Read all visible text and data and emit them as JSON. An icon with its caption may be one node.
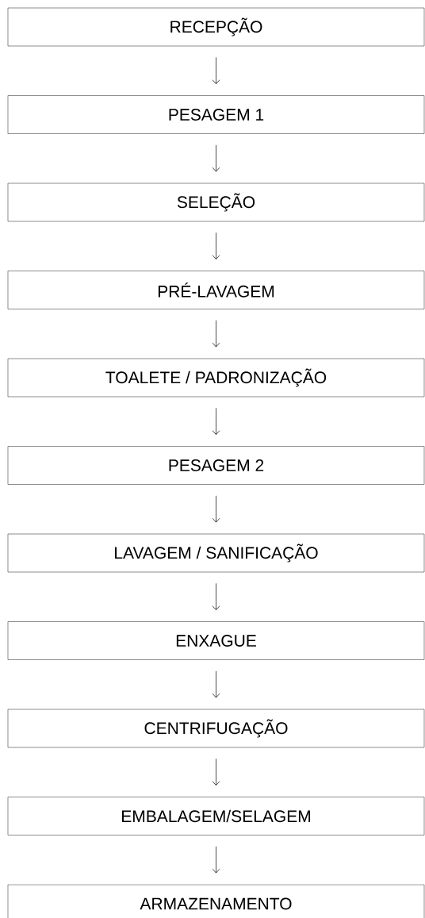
{
  "diagram": {
    "nodes": [
      {
        "text": [
          "RECEPÇÃO"
        ]
      },
      {
        "text": [
          "PESAGEM 1"
        ]
      },
      {
        "text": [
          "SELEÇÃO"
        ]
      },
      {
        "text": [
          "PRÉ-LAVAGEM"
        ]
      },
      {
        "text": [
          "TOALETE / PADRONIZAÇÃO"
        ]
      },
      {
        "text": [
          "PESAGEM 2"
        ]
      },
      {
        "text": [
          "LAVAGEM / SANIFICAÇÃO"
        ]
      },
      {
        "text": [
          "ENXAGUE"
        ]
      },
      {
        "text": [
          "CENTRIFUGAÇÃO"
        ]
      },
      {
        "text": [
          "EMBALAGEM/SELAGEM"
        ]
      },
      {
        "text": [
          "ARMAZENAMENTO"
        ]
      }
    ],
    "edges": [
      {
        "from": 0,
        "to": 1,
        "arrow": "to"
      },
      {
        "from": 1,
        "to": 2,
        "arrow": "to"
      },
      {
        "from": 2,
        "to": 3,
        "arrow": "to"
      },
      {
        "from": 3,
        "to": 4,
        "arrow": "to"
      },
      {
        "from": 4,
        "to": 5,
        "arrow": "to"
      },
      {
        "from": 5,
        "to": 6,
        "arrow": "to"
      },
      {
        "from": 6,
        "to": 7,
        "arrow": "to"
      },
      {
        "from": 7,
        "to": 8,
        "arrow": "to"
      },
      {
        "from": 8,
        "to": 9,
        "arrow": "to"
      },
      {
        "from": 9,
        "to": 10,
        "arrow": "to"
      }
    ]
  }
}
